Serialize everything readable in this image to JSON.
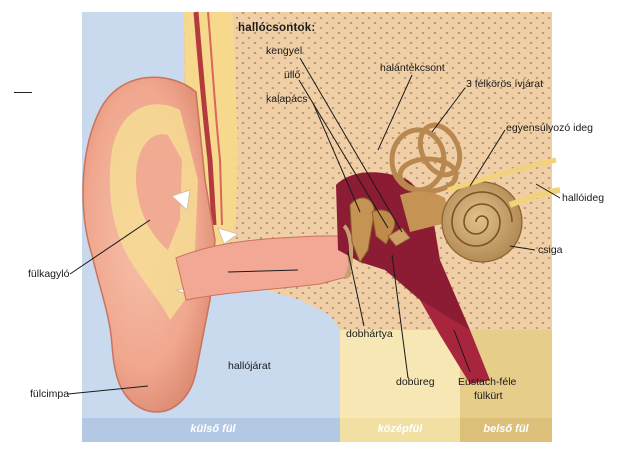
{
  "diagram": {
    "heading": "hallócsontok:",
    "labels": {
      "kengyel": "kengyel",
      "ullo": "üllő",
      "kalapacs": "kalapács",
      "halantekcsont": "halántékcsont",
      "felkoros": "3 félkörös ívjárat",
      "egyensulyozo": "egyensúlyozó ideg",
      "halloideg": "hallóideg",
      "csiga": "csiga",
      "fulkagylo": "fülkagyló",
      "hallojarat": "hallójárat",
      "dobhartya": "dobhártya",
      "doburег": "",
      "dobureg": "dobüreg",
      "eustach_line1": "Eustach-féle",
      "eustach_line2": "fülkürt",
      "fulcimpa": "fülcimpa"
    },
    "regions": {
      "kulso": "külső fül",
      "kozep": "középfül",
      "belso": "belső fül"
    },
    "colors": {
      "outer_bg": "#c9daee",
      "middle_bg": "#f6e7b4",
      "inner_bg": "#e6cd8a",
      "region_bar": "#b3c8e2",
      "bone": "#f1cfa6",
      "skin": "#f4b29a",
      "cavity": "#8c1c34",
      "ossicle": "#c59353"
    }
  }
}
